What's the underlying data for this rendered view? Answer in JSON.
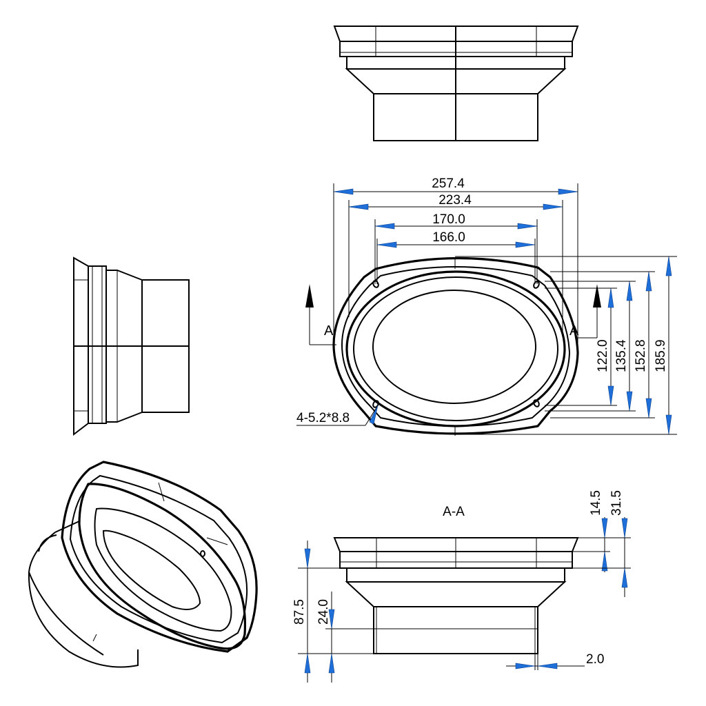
{
  "dimensions": {
    "w257": "257.4",
    "w223": "223.4",
    "w170": "170.0",
    "w166": "166.0",
    "h122": "122.0",
    "h135": "135.4",
    "h152": "152.8",
    "h185": "185.9",
    "holes": "4-5.2*8.8",
    "s145": "14.5",
    "s315": "31.5",
    "s875": "87.5",
    "s240": "24.0",
    "s20": "2.0"
  },
  "labels": {
    "section_left": "A",
    "section_right": "A",
    "section_title": "A-A"
  },
  "colors": {
    "arrow_fill": "#1e6fd9",
    "line": "#000000"
  }
}
